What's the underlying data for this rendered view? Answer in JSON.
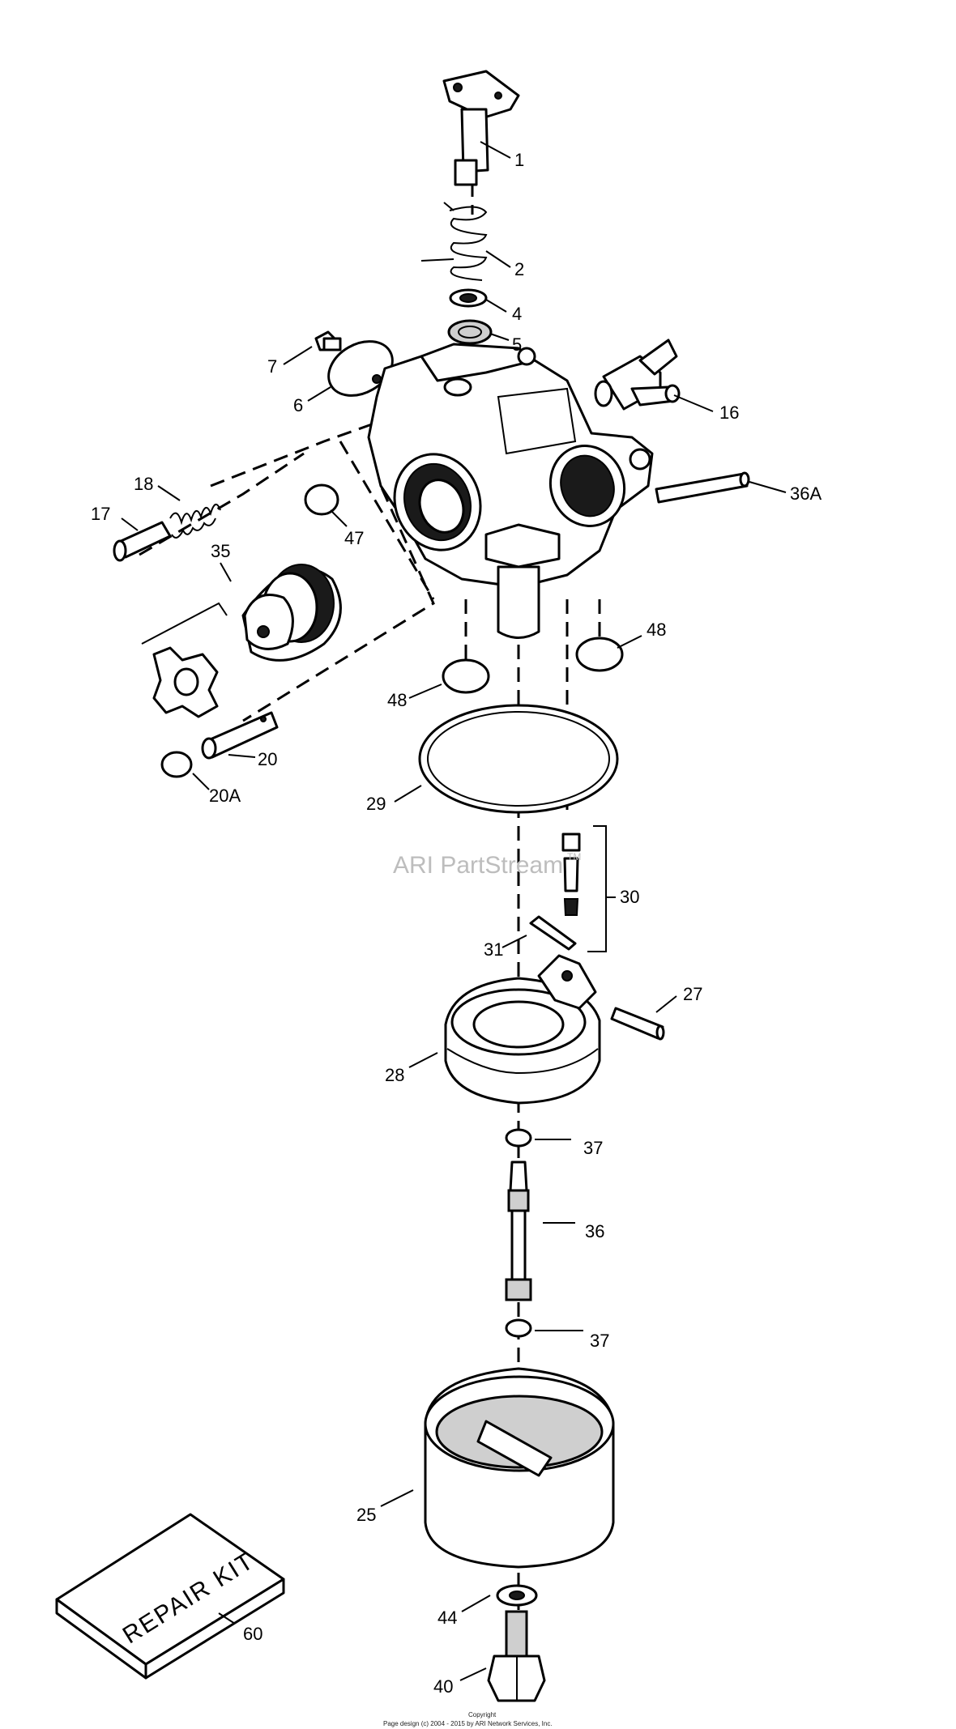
{
  "watermark": {
    "text": "ARI PartStream",
    "tm": "TM"
  },
  "repair_kit_label": "REPAIR KIT",
  "footer": {
    "copyright": "Copyright",
    "page_design": "Page design (c) 2004 - 2015 by ARI Network Services, Inc."
  },
  "callouts": {
    "c1": "1",
    "c2": "2",
    "c4": "4",
    "c5": "5",
    "c6": "6",
    "c7": "7",
    "c16": "16",
    "c17": "17",
    "c18": "18",
    "c20": "20",
    "c20a": "20A",
    "c25": "25",
    "c27": "27",
    "c28": "28",
    "c29": "29",
    "c30": "30",
    "c31": "31",
    "c35": "35",
    "c36": "36",
    "c36a": "36A",
    "c37a": "37",
    "c37b": "37",
    "c40": "40",
    "c44": "44",
    "c47": "47",
    "c48a": "48",
    "c48b": "48",
    "c60": "60"
  }
}
